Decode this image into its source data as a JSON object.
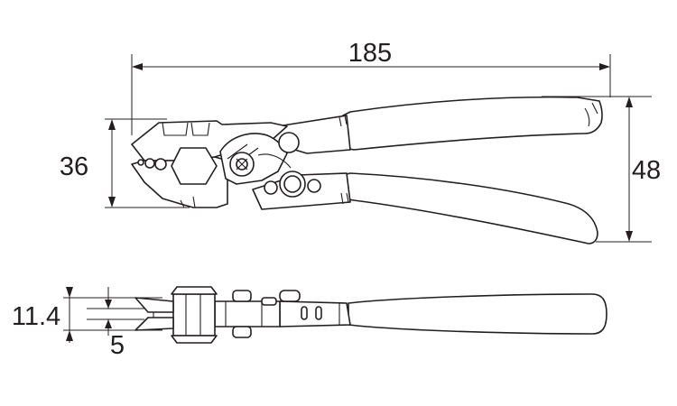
{
  "dimensions": {
    "overall_length": "185",
    "jaw_height": "36",
    "handle_height": "48",
    "thickness": "11.4",
    "jaw_thickness": "5"
  },
  "colors": {
    "line": "#231f20",
    "background": "#ffffff"
  }
}
